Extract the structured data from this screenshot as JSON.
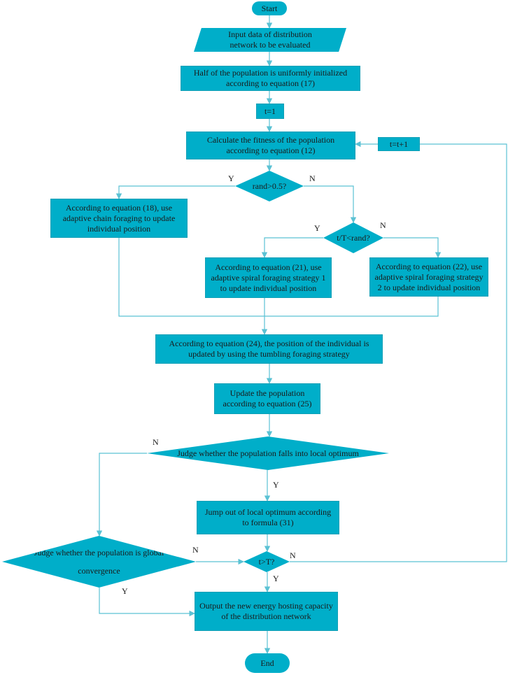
{
  "nodes": {
    "start": "Start",
    "input": "Input data of distribution\nnetwork to be evaluated",
    "init": "Half of the population is uniformly initialized\naccording to equation (17)",
    "t_init": "t=1",
    "fitness": "Calculate the fitness of the population\naccording to equation (12)",
    "t_inc": "t=t+1",
    "rand_check": "rand>0.5?",
    "chain": "According to equation (18), use\nadaptive chain foraging to update\nindividual position",
    "tT_check": "t/T<rand?",
    "spiral1": "According to equation (21), use\nadaptive spiral foraging strategy 1\nto update individual position",
    "spiral2": "According to equation (22), use\nadaptive spiral foraging strategy\n2 to update individual position",
    "tumbling": "According to equation (24), the position of the individual is\nupdated by using the tumbling foraging strategy",
    "update_pop": "Update the population\naccording to equation (25)",
    "local_check": "Judge whether the population falls into local optimum",
    "jump": "Jump out of local optimum according\nto formula (31)",
    "global_check": "Judge whether the population is global\n\nconvergence",
    "tT_final": "t>T?",
    "output": "Output the new energy hosting capacity\nof the distribution network",
    "end": "End"
  },
  "labels": {
    "rand_y": "Y",
    "rand_n": "N",
    "tT_y": "Y",
    "tT_n": "N",
    "local_n": "N",
    "local_y": "Y",
    "global_n": "N",
    "global_y": "Y",
    "final_n": "N",
    "final_y": "Y"
  },
  "colors": {
    "fill": "#00aec9",
    "line": "#5bc2d4"
  }
}
